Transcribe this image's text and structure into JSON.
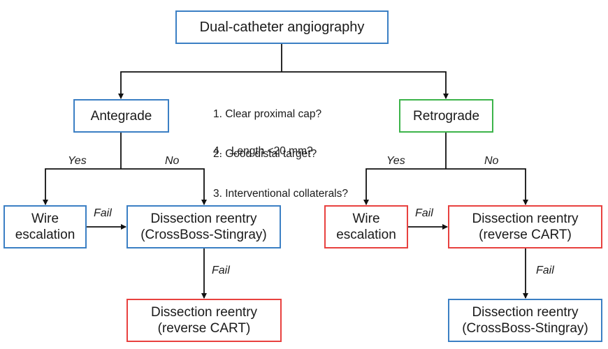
{
  "nodes": {
    "top": {
      "text": "Dual-catheter angiography",
      "color": "#3b7fc4"
    },
    "antegrade": {
      "text": "Antegrade",
      "color": "#3b7fc4"
    },
    "retrograde": {
      "text": "Retrograde",
      "color": "#3cb44a"
    },
    "ante_wire": {
      "line1": "Wire",
      "line2": "escalation",
      "color": "#3b7fc4"
    },
    "ante_dr": {
      "line1": "Dissection reentry",
      "line2": "(CrossBoss-Stingray)",
      "color": "#3b7fc4"
    },
    "ante_dr2": {
      "line1": "Dissection reentry",
      "line2": "(reverse CART)",
      "color": "#e8413f"
    },
    "retro_wire": {
      "line1": "Wire",
      "line2": "escalation",
      "color": "#e8413f"
    },
    "retro_dr": {
      "line1": "Dissection reentry",
      "line2": "(reverse CART)",
      "color": "#e8413f"
    },
    "retro_dr2": {
      "line1": "Dissection reentry",
      "line2": "(CrossBoss-Stingray)",
      "color": "#3b7fc4"
    }
  },
  "questions": {
    "q1": "1. Clear proximal cap?",
    "q2": "2. Good distal target?",
    "q3": "3. Interventional collaterals?",
    "q4": "4.   Length <20 mm?"
  },
  "edge_labels": {
    "yes": "Yes",
    "no": "No",
    "fail": "Fail"
  }
}
